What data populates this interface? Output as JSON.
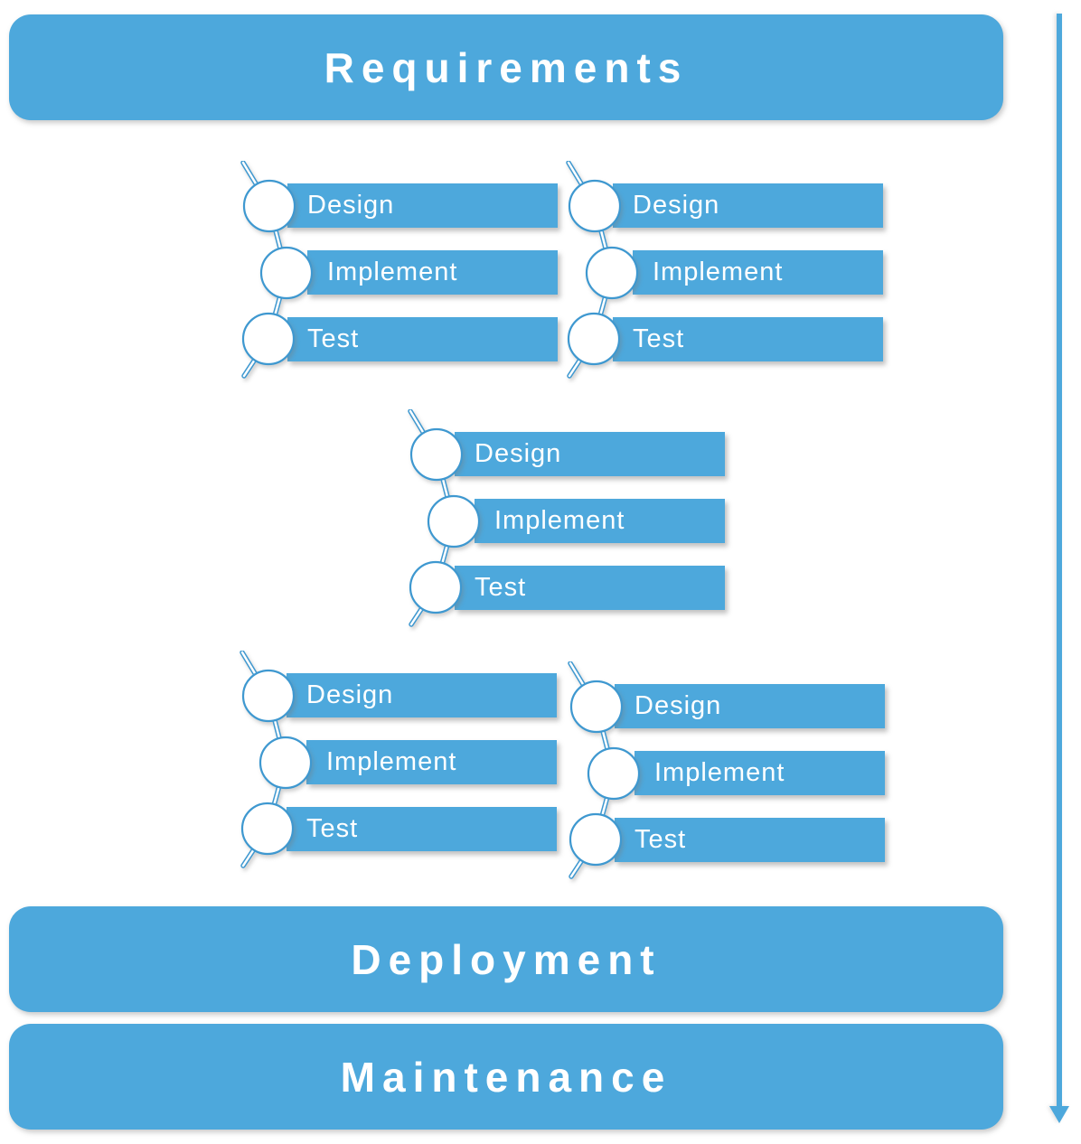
{
  "colors": {
    "primary": "#4DA8DC",
    "outline": "#3E98D0",
    "label_text": "#FFFFFF"
  },
  "banners": {
    "requirements": "Requirements",
    "deployment": "Deployment",
    "maintenance": "Maintenance"
  },
  "groups": [
    {
      "name": "increment-top-left",
      "steps": [
        "Design",
        "Implement",
        "Test"
      ]
    },
    {
      "name": "increment-top-right",
      "steps": [
        "Design",
        "Implement",
        "Test"
      ]
    },
    {
      "name": "increment-middle",
      "steps": [
        "Design",
        "Implement",
        "Test"
      ]
    },
    {
      "name": "increment-bottom-left",
      "steps": [
        "Design",
        "Implement",
        "Test"
      ]
    },
    {
      "name": "increment-bottom-right",
      "steps": [
        "Design",
        "Implement",
        "Test"
      ]
    }
  ]
}
